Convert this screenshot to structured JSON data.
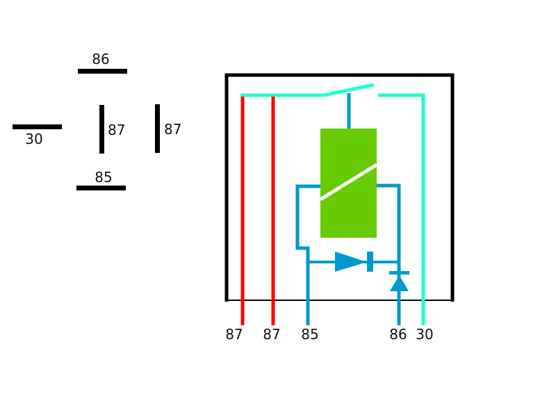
{
  "colors": {
    "outline": "#000000",
    "load": "#ff0000",
    "coil": "#0099cc",
    "common": "#22ffcc",
    "coil_body": "#66cc00",
    "background": "#ffffff"
  },
  "pin_layout": {
    "pin_86": "86",
    "pin_30": "30",
    "pin_87a": "87",
    "pin_87b": "87",
    "pin_85": "85"
  },
  "schematic": {
    "pins": [
      "87",
      "87",
      "85",
      "86",
      "30"
    ]
  },
  "icons": {
    "diode_1": "diode-icon",
    "diode_2": "diode-icon",
    "coil": "relay-coil-icon",
    "switch": "switch-contact-icon"
  }
}
